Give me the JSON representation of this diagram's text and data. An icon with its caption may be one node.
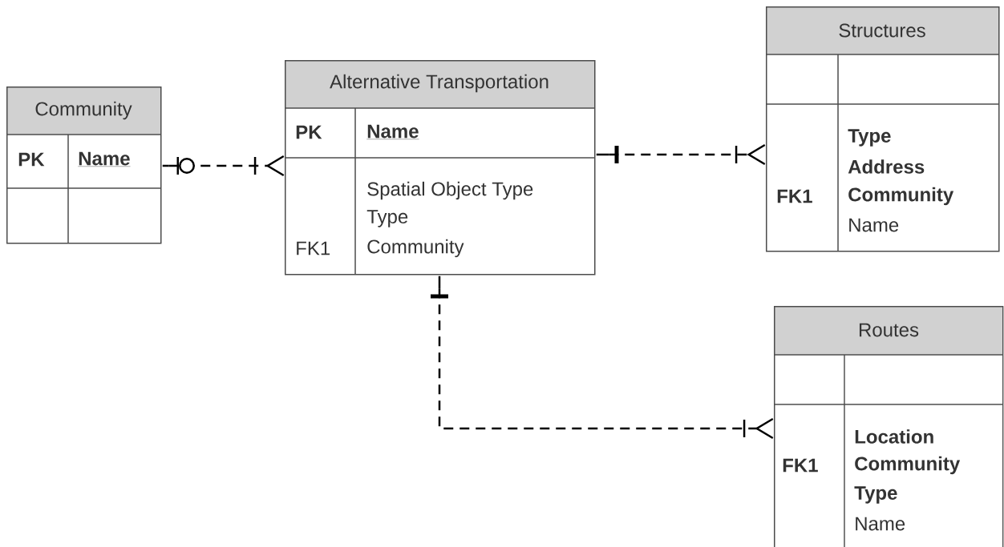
{
  "diagram": {
    "nodes": [
      {
        "text": [
          "Community",
          "PK",
          "Name"
        ]
      },
      {
        "text": [
          "Alternative Transportation",
          "PK",
          "Name",
          "Spatial Object Type",
          "Type",
          "FK1",
          "Community"
        ]
      },
      {
        "text": [
          "Structures",
          "Type",
          "Address",
          "FK1",
          "Community",
          "Name"
        ]
      },
      {
        "text": [
          "Routes",
          "Location",
          "FK1",
          "Community",
          "Type",
          "Name"
        ]
      }
    ],
    "edges": [
      {
        "from": 0,
        "to": 1,
        "arrow": "other",
        "style": "dashed"
      },
      {
        "from": 1,
        "to": 2,
        "arrow": "other",
        "style": "dashed"
      },
      {
        "from": 1,
        "to": 3,
        "arrow": "other",
        "style": "dashed"
      }
    ]
  }
}
